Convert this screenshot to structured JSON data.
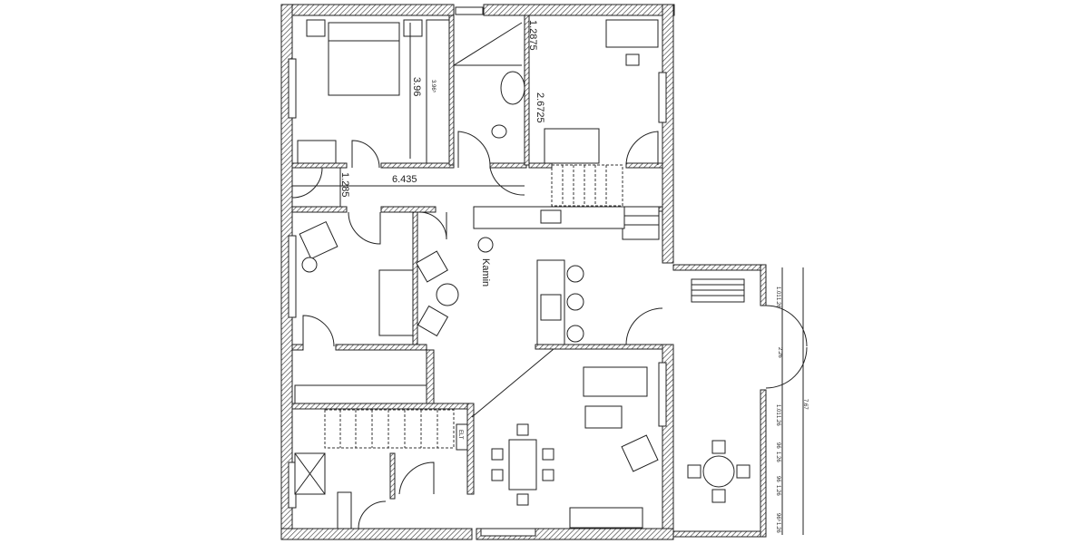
{
  "plan": {
    "room_labels": {
      "fireplace": "Kamin",
      "elevator": "ELT"
    },
    "dimensions": {
      "corridor_length": "6.435",
      "corridor_width": "1.285",
      "bedroom_depth": "3.96",
      "wardrobe_depth": "3.96⁵",
      "bath_upper": "1.2875",
      "bath_lower": "2.6725"
    },
    "sunroom_dimensions": {
      "window_1_top": "1.01",
      "window_1_bottom": "1.26",
      "door": "2.26",
      "window_2_top": "1.01",
      "window_2_bottom": "1.26",
      "window_3_top": "96",
      "window_3_bottom": "1.26",
      "window_4_top": "96",
      "window_4_bottom": "1.26",
      "window_5_top": "96⁵",
      "window_5_bottom": "1.26",
      "total": "7.67"
    }
  }
}
